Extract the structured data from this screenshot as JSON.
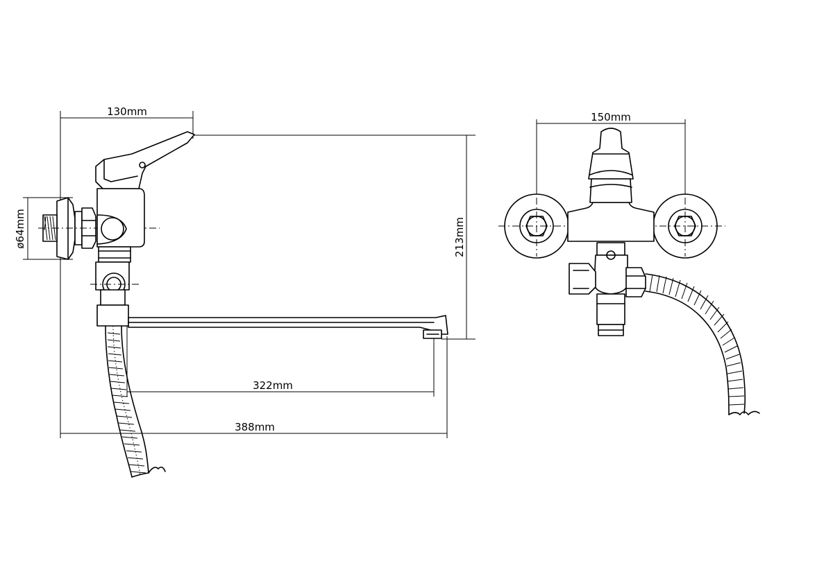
{
  "dimensions": {
    "body_width": "130mm",
    "flange_diameter": "ø64mm",
    "height": "213mm",
    "spout_reach": "322mm",
    "total_length": "388mm",
    "center_distance": "150mm"
  }
}
